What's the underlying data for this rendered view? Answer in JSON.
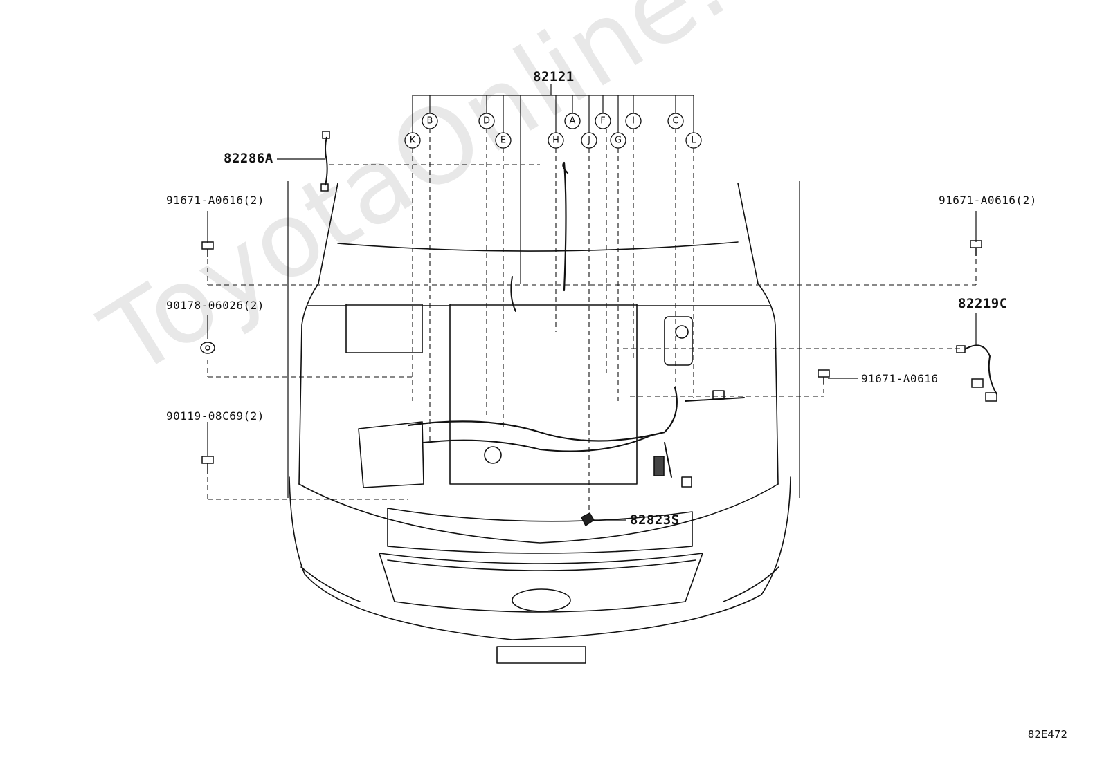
{
  "watermark": "ToyotaOnline.ru",
  "diagram_code": "82E472",
  "parts": {
    "main_harness": "82121",
    "sensor_wire_left": "82286A",
    "bolt_left_top": "91671-A0616(2)",
    "bolt_right_top": "91671-A0616(2)",
    "nut_left": "90178-06026(2)",
    "bolt_left_bottom": "90119-08C69(2)",
    "wire_right": "82219C",
    "bolt_right_mid": "91671-A0616",
    "connector_bottom": "82823S"
  },
  "callouts": [
    "K",
    "B",
    "D",
    "E",
    "H",
    "A",
    "J",
    "F",
    "G",
    "I",
    "C",
    "L"
  ]
}
